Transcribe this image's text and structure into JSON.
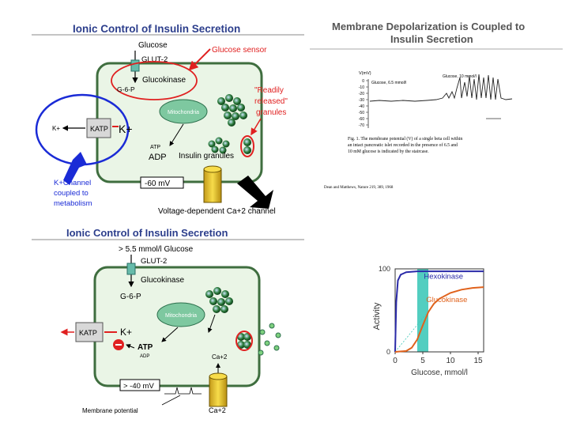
{
  "panel1": {
    "title": "Ionic Control of Insulin Secretion",
    "glucose": "Glucose",
    "glut2": "GLUT-2",
    "glucose_sensor": "Glucose sensor",
    "glucokinase": "Glucokinase",
    "g6p": "G-6-P",
    "mitochondria": "Mitochondria",
    "readily_line1": "\"Readily",
    "readily_line2": "released\"",
    "readily_line3": "granules",
    "k_ion": "K+",
    "katp": "KATP",
    "k_plus": "K+",
    "atp": "ATP",
    "adp": "ADP",
    "insulin_granules": "Insulin granules",
    "minus60": "-60 mV",
    "kchannel_line1": "K+Channel",
    "kchannel_line2": "coupled to",
    "kchannel_line3": "metabolism",
    "vdcc": "Voltage-dependent Ca+2 channel"
  },
  "panel2": {
    "title": "Membrane Depolarization is Coupled to",
    "title2": "Insulin Secretion",
    "trace_label1": "Glucose, 6.5 mmol/l",
    "trace_label2": "Glucose, 10 mmol/l",
    "y_unit": "V(mV)",
    "y_ticks": [
      "0",
      "-10",
      "-20",
      "-30",
      "-40",
      "-50",
      "-60",
      "-70"
    ],
    "caption_line1": "Fig. 1. The membrane potential (V) of a single beta cell within",
    "caption_line2": "an intact pancreatic islet recorded in the presence of 6.5 and",
    "caption_line3": "10 mM glucose is indicated by the staircase.",
    "citation": "Dean and Matthews, Nature 219, 389, 1968"
  },
  "panel3": {
    "title": "Ionic Control of Insulin Secretion",
    "glucose": "> 5.5 mmol/l Glucose",
    "glut2": "GLUT-2",
    "glucokinase": "Glucokinase",
    "g6p": "G-6-P",
    "mitochondria": "Mitochondria",
    "katp": "KATP",
    "k_plus": "K+",
    "atp": "ATP",
    "adp": "ADP",
    "ca_in": "Ca+2",
    "minus40": "> -40 mV",
    "membrane_potential": "Membrane potential",
    "ca_out": "Ca+2"
  },
  "chart_data": {
    "type": "line",
    "ylabel": "Activity",
    "xlabel": "Glucose, mmol/l",
    "x_ticks": [
      0,
      5,
      10,
      15
    ],
    "y_ticks": [
      0,
      100
    ],
    "xlim": [
      0,
      16
    ],
    "ylim": [
      0,
      100
    ],
    "shaded_band": [
      4,
      6
    ],
    "series": [
      {
        "name": "Hexokinase",
        "color": "#2a2aa8",
        "x": [
          0,
          0.2,
          0.5,
          1,
          2,
          4,
          8,
          12,
          16
        ],
        "y": [
          0,
          60,
          86,
          93,
          96,
          97,
          97,
          97,
          97
        ]
      },
      {
        "name": "Glucokinase",
        "color": "#e0621c",
        "x": [
          0,
          2,
          3,
          4,
          5,
          6,
          7,
          8,
          10,
          12,
          14,
          16
        ],
        "y": [
          0,
          1,
          5,
          15,
          32,
          48,
          58,
          64,
          71,
          75,
          77,
          78
        ]
      }
    ]
  },
  "colors": {
    "cell_fill": "#eaf5e6",
    "cell_stroke": "#3f6e3f",
    "title_blue": "#2c3e8c",
    "red": "#e02020",
    "blue": "#1a2bd6",
    "shade": "#3fc9b9"
  }
}
